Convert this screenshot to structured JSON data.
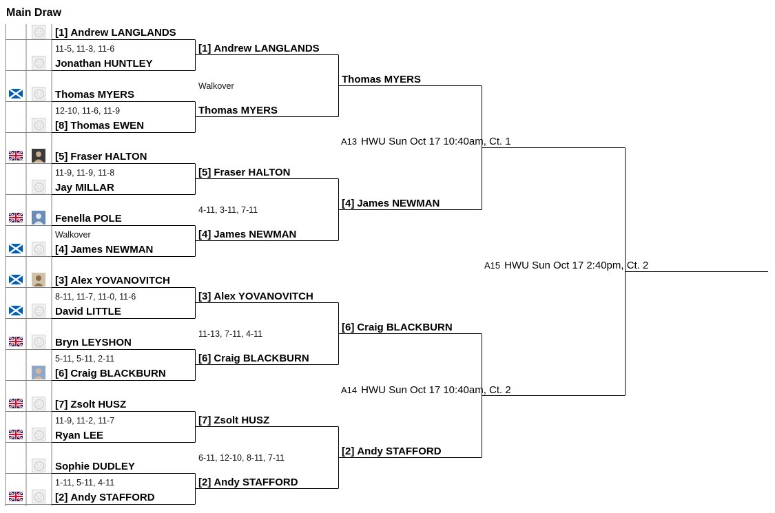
{
  "page": {
    "title": "Main Draw"
  },
  "round1": [
    {
      "seed": "[1]",
      "name": "Andrew LANGLANDS",
      "flag": "",
      "photo": "placeholder-avatar-icon",
      "score": ""
    },
    {
      "seed": "",
      "name": "Jonathan HUNTLEY",
      "flag": "",
      "photo": "placeholder-avatar-icon",
      "score": "11-5, 11-3, 11-6"
    },
    {
      "seed": "",
      "name": "Thomas MYERS",
      "flag": "scotland-flag-icon",
      "photo": "placeholder-avatar-icon",
      "score": ""
    },
    {
      "seed": "[8]",
      "name": "Thomas EWEN",
      "flag": "",
      "photo": "placeholder-avatar-icon",
      "score": "12-10, 11-6, 11-9"
    },
    {
      "seed": "[5]",
      "name": "Fraser HALTON",
      "flag": "uk-flag-icon",
      "photo": "player-photo-icon",
      "score": ""
    },
    {
      "seed": "",
      "name": "Jay MILLAR",
      "flag": "",
      "photo": "placeholder-avatar-icon",
      "score": "11-9, 11-9, 11-8"
    },
    {
      "seed": "",
      "name": "Fenella POLE",
      "flag": "uk-flag-icon",
      "photo": "player-photo-icon",
      "score": ""
    },
    {
      "seed": "[4]",
      "name": "James NEWMAN",
      "flag": "scotland-flag-icon",
      "photo": "placeholder-avatar-icon",
      "score": "Walkover"
    },
    {
      "seed": "[3]",
      "name": "Alex YOVANOVITCH",
      "flag": "scotland-flag-icon",
      "photo": "player-photo-icon",
      "score": ""
    },
    {
      "seed": "",
      "name": "David LITTLE",
      "flag": "scotland-flag-icon",
      "photo": "placeholder-avatar-icon",
      "score": "8-11, 11-7, 11-0, 11-6"
    },
    {
      "seed": "",
      "name": "Bryn LEYSHON",
      "flag": "uk-flag-icon",
      "photo": "placeholder-avatar-icon",
      "score": ""
    },
    {
      "seed": "[6]",
      "name": "Craig BLACKBURN",
      "flag": "",
      "photo": "player-photo-icon",
      "score": "5-11, 5-11, 2-11"
    },
    {
      "seed": "[7]",
      "name": "Zsolt HUSZ",
      "flag": "uk-flag-icon",
      "photo": "placeholder-avatar-icon",
      "score": ""
    },
    {
      "seed": "",
      "name": "Ryan LEE",
      "flag": "uk-flag-icon",
      "photo": "placeholder-avatar-icon",
      "score": "11-9, 11-2, 11-7"
    },
    {
      "seed": "",
      "name": "Sophie DUDLEY",
      "flag": "",
      "photo": "placeholder-avatar-icon",
      "score": ""
    },
    {
      "seed": "[2]",
      "name": "Andy STAFFORD",
      "flag": "uk-flag-icon",
      "photo": "placeholder-avatar-icon",
      "score": "1-11, 5-11, 4-11"
    }
  ],
  "round2": [
    {
      "seed": "[1]",
      "name": "Andrew LANGLANDS",
      "score": ""
    },
    {
      "seed": "",
      "name": "Thomas MYERS",
      "score": "Walkover"
    },
    {
      "seed": "[5]",
      "name": "Fraser HALTON",
      "score": ""
    },
    {
      "seed": "[4]",
      "name": "James NEWMAN",
      "score": "4-11, 3-11, 7-11"
    },
    {
      "seed": "[3]",
      "name": "Alex YOVANOVITCH",
      "score": ""
    },
    {
      "seed": "[6]",
      "name": "Craig BLACKBURN",
      "score": "11-13, 7-11, 4-11"
    },
    {
      "seed": "[7]",
      "name": "Zsolt HUSZ",
      "score": ""
    },
    {
      "seed": "[2]",
      "name": "Andy STAFFORD",
      "score": "6-11, 12-10, 8-11, 7-11"
    }
  ],
  "round3": [
    {
      "seed": "",
      "name": "Thomas MYERS"
    },
    {
      "seed": "[4]",
      "name": "James NEWMAN"
    },
    {
      "seed": "[6]",
      "name": "Craig BLACKBURN"
    },
    {
      "seed": "[2]",
      "name": "Andy STAFFORD"
    }
  ],
  "scheduled": [
    {
      "code": "A13",
      "info": "HWU Sun Oct 17 10:40am, Ct. 1"
    },
    {
      "code": "A14",
      "info": "HWU Sun Oct 17 10:40am, Ct. 2"
    },
    {
      "code": "A15",
      "info": "HWU Sun Oct 17 2:40pm, Ct. 2"
    }
  ],
  "colors": {
    "line": "#000000",
    "grid": "#808080",
    "placeholder": "#cccccc",
    "saltire_blue": "#005eb8",
    "uk_blue": "#012169",
    "uk_red": "#c8102e"
  }
}
